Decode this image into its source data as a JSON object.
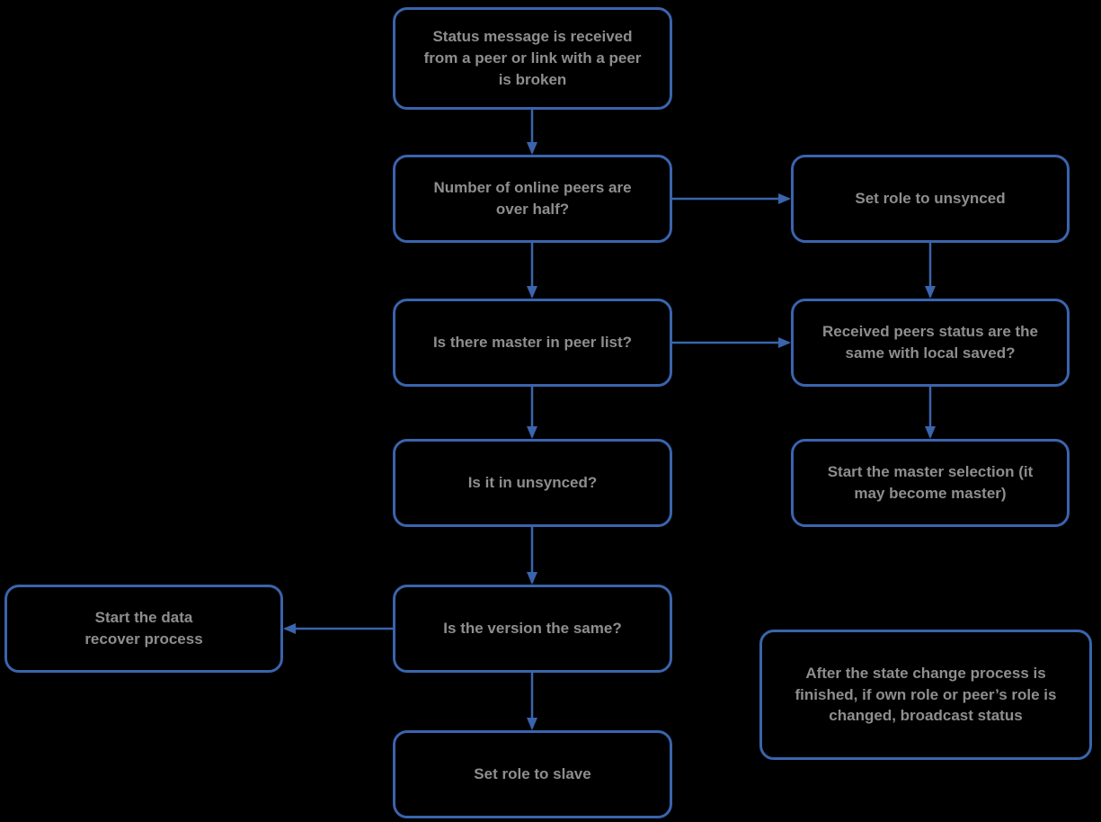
{
  "diagram": {
    "title": "Peer status / role state-change flowchart",
    "background": "#000000",
    "accent_color": "#3a64ad",
    "text_color": "#8e8e8e",
    "nodes": {
      "status_received": {
        "label": "Status message is received from a peer or link with a peer is broken"
      },
      "online_peers": {
        "label": "Number of online peers are over half?"
      },
      "set_unsynced": {
        "label": "Set role to unsynced"
      },
      "master_in_list": {
        "label": "Is there master in peer list?"
      },
      "peers_status_same": {
        "label": "Received peers status are the same with local saved?"
      },
      "in_unsynced": {
        "label": "Is it in unsynced?"
      },
      "master_selection": {
        "label": "Start the master selection (it may become master)"
      },
      "version_same": {
        "label": "Is the version the same?"
      },
      "data_recover": {
        "label": "Start the data recover process"
      },
      "set_slave": {
        "label": "Set role to slave"
      },
      "note": {
        "label": "After the state change process is finished, if own role or peer’s role is changed, broadcast status"
      }
    },
    "edges": [
      {
        "from": "status_received",
        "to": "online_peers"
      },
      {
        "from": "online_peers",
        "to": "set_unsynced"
      },
      {
        "from": "online_peers",
        "to": "master_in_list"
      },
      {
        "from": "set_unsynced",
        "to": "peers_status_same"
      },
      {
        "from": "master_in_list",
        "to": "peers_status_same"
      },
      {
        "from": "master_in_list",
        "to": "in_unsynced"
      },
      {
        "from": "peers_status_same",
        "to": "master_selection"
      },
      {
        "from": "in_unsynced",
        "to": "version_same"
      },
      {
        "from": "version_same",
        "to": "data_recover"
      },
      {
        "from": "version_same",
        "to": "set_slave"
      }
    ]
  }
}
